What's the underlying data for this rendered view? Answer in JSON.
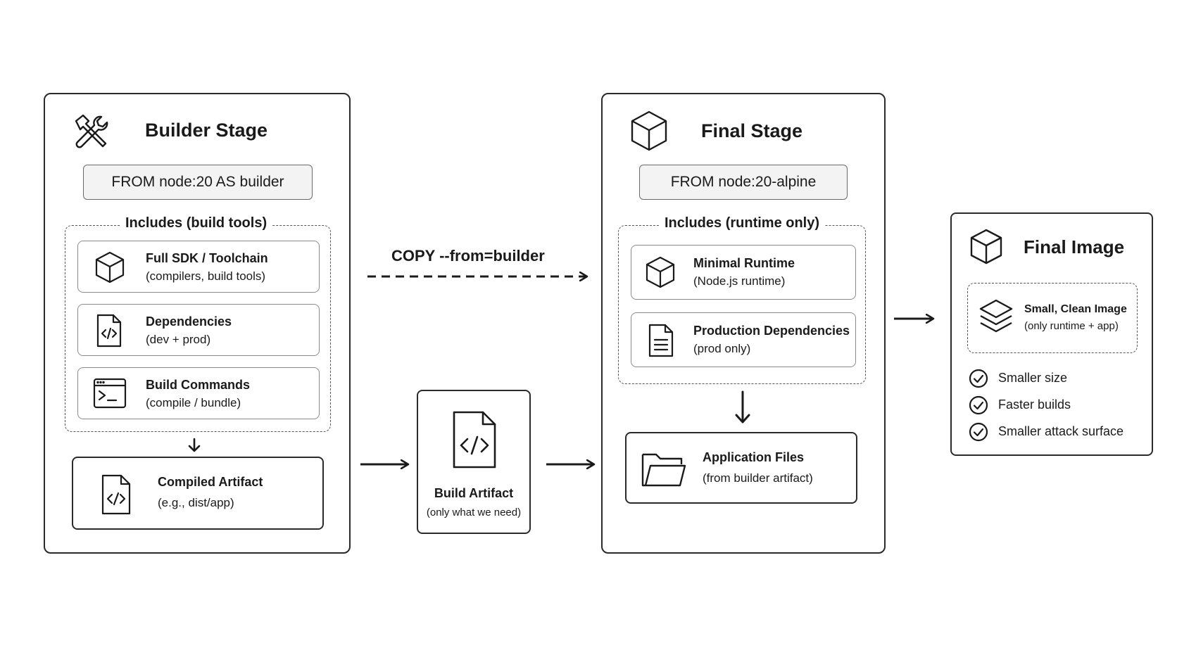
{
  "builder": {
    "title": "Builder Stage",
    "from": "FROM node:20 AS builder",
    "group_label": "Includes (build tools)",
    "items": [
      {
        "title": "Full SDK / Toolchain",
        "subtitle": "(compilers, build tools)",
        "icon": "cube-icon"
      },
      {
        "title": "Dependencies",
        "subtitle": "(dev + prod)",
        "icon": "code-file-icon"
      },
      {
        "title": "Build Commands",
        "subtitle": "(compile / bundle)",
        "icon": "terminal-icon"
      }
    ],
    "artifact": {
      "title": "Compiled Artifact",
      "subtitle": "(e.g., dist/app)",
      "icon": "code-file-icon"
    }
  },
  "copy_label": "COPY --from=builder",
  "build_artifact": {
    "title": "Build Artifact",
    "subtitle": "(only what we need)",
    "icon": "code-file-icon"
  },
  "final_stage": {
    "title": "Final Stage",
    "from": "FROM node:20-alpine",
    "group_label": "Includes (runtime only)",
    "items": [
      {
        "title": "Minimal Runtime",
        "subtitle": "(Node.js runtime)",
        "icon": "cube-icon"
      },
      {
        "title": "Production Dependencies",
        "subtitle": "(prod only)",
        "icon": "document-icon"
      }
    ],
    "app_files": {
      "title": "Application Files",
      "subtitle": "(from builder artifact)",
      "icon": "folder-icon"
    }
  },
  "final_image": {
    "title": "Final Image",
    "image_title": "Small, Clean Image",
    "image_subtitle": "(only runtime + app)",
    "benefits": [
      "Smaller size",
      "Faster builds",
      "Smaller attack surface"
    ]
  },
  "colors": {
    "stroke": "#1a1a1a",
    "from_bg": "#f3f3f3"
  }
}
